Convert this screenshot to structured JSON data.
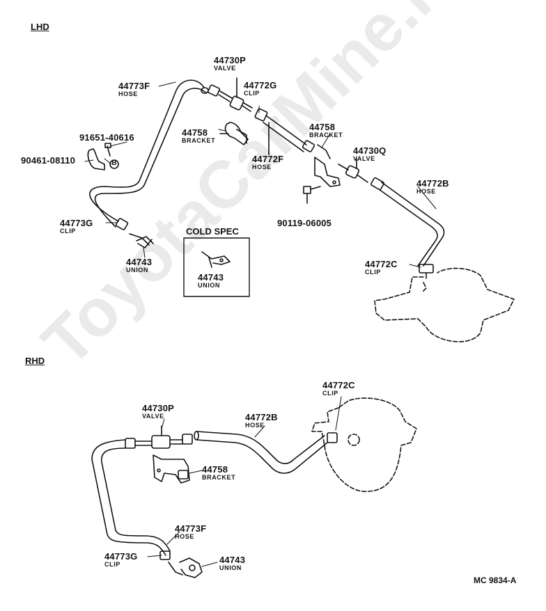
{
  "sections": {
    "lhd": "LHD",
    "rhd": "RHD"
  },
  "cold_spec": {
    "title": "COLD SPEC",
    "part": "44743",
    "desc": "UNION"
  },
  "lhd_parts": [
    {
      "id": "valve-44730p",
      "number": "44730P",
      "desc": "VALVE"
    },
    {
      "id": "clip-44772g",
      "number": "44772G",
      "desc": "CLIP"
    },
    {
      "id": "hose-44773f",
      "number": "44773F",
      "desc": "HOSE"
    },
    {
      "id": "bolt-91651",
      "number": "91651-40616",
      "desc": ""
    },
    {
      "id": "bracket-44758-a",
      "number": "44758",
      "desc": "BRACKET"
    },
    {
      "id": "clamp-90461",
      "number": "90461-08110",
      "desc": ""
    },
    {
      "id": "hose-44772f",
      "number": "44772F",
      "desc": "HOSE"
    },
    {
      "id": "bracket-44758-b",
      "number": "44758",
      "desc": "BRACKET"
    },
    {
      "id": "valve-44730q",
      "number": "44730Q",
      "desc": "VALVE"
    },
    {
      "id": "hose-44772b",
      "number": "44772B",
      "desc": "HOSE"
    },
    {
      "id": "bolt-90119",
      "number": "90119-06005",
      "desc": ""
    },
    {
      "id": "clip-44773g",
      "number": "44773G",
      "desc": "CLIP"
    },
    {
      "id": "union-44743",
      "number": "44743",
      "desc": "UNION"
    },
    {
      "id": "clip-44772c",
      "number": "44772C",
      "desc": "CLIP"
    }
  ],
  "rhd_parts": [
    {
      "id": "clip-44772c",
      "number": "44772C",
      "desc": "CLIP"
    },
    {
      "id": "valve-44730p",
      "number": "44730P",
      "desc": "VALVE"
    },
    {
      "id": "hose-44772b",
      "number": "44772B",
      "desc": "HOSE"
    },
    {
      "id": "bracket-44758",
      "number": "44758",
      "desc": "BRACKET"
    },
    {
      "id": "hose-44773f",
      "number": "44773F",
      "desc": "HOSE"
    },
    {
      "id": "clip-44773g",
      "number": "44773G",
      "desc": "CLIP"
    },
    {
      "id": "union-44743",
      "number": "44743",
      "desc": "UNION"
    }
  ],
  "bubble_letter": "B",
  "diagram_ref": "MC 9834-A",
  "watermark": "ToyotaCarMine.ru"
}
